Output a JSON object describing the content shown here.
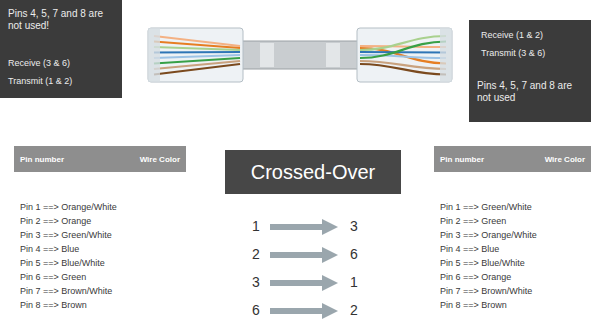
{
  "diagram": {
    "nodes": [
      {
        "text": [
          "Pins 4, 5, 7 and 8 are not used!",
          "Receive (3 & 6)",
          "Transmit (1 & 2)"
        ]
      },
      {
        "text": [
          "Receive (1 & 2)",
          "Transmit (3 & 6)",
          "Pins 4, 5, 7 and 8 are not used"
        ]
      },
      {
        "text": [
          "Pin number",
          "Wire Color"
        ]
      },
      {
        "text": [
          "Crossed-Over"
        ]
      },
      {
        "text": [
          "Pin number",
          "Wire Color"
        ]
      }
    ],
    "labels": [
      "Pin 1 ==> Orange/White",
      "Pin 2 ==> Orange",
      "Pin 3 ==> Green/White",
      "Pin 4 ==> Blue",
      "Pin 5 ==> Blue/White",
      "Pin 6 ==> Green",
      "Pin 7 ==> Brown/White",
      "Pin 8 ==> Brown",
      "Pin 1 ==> Green/White",
      "Pin 2 ==> Green",
      "Pin 3 ==> Orange/White",
      "Pin 4 ==> Blue",
      "Pin 5 ==> Blue/White",
      "Pin 6 ==> Orange",
      "Pin 7 ==> Brown/White",
      "Pin 8 ==> Brown",
      "1",
      "3",
      "2",
      "6",
      "3",
      "1",
      "6",
      "2"
    ]
  }
}
